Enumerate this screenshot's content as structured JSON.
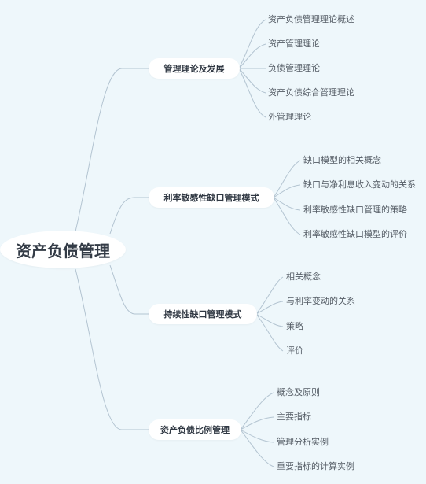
{
  "root": {
    "label": "资产负债管理"
  },
  "branches": [
    {
      "label": "管理理论及发展",
      "items": [
        "资产负债管理理论概述",
        "资产管理理论",
        "负债管理理论",
        "资产负债综合管理理论",
        "外管理理论"
      ]
    },
    {
      "label": "利率敏感性缺口管理模式",
      "items": [
        "缺口模型的相关概念",
        "缺口与净利息收入变动的关系",
        "利率敏感性缺口管理的策略",
        "利率敏感性缺口模型的评价"
      ]
    },
    {
      "label": "持续性缺口管理模式",
      "items": [
        "相关概念",
        "与利率变动的关系",
        "策略",
        "评价"
      ]
    },
    {
      "label": "资产负债比例管理",
      "items": [
        "概念及原则",
        "主要指标",
        "管理分析实例",
        "重要指标的计算实例"
      ]
    }
  ],
  "colors": {
    "background": "#eef7fb",
    "node_fill": "#ffffff",
    "connector": "#b3c4d1",
    "text_dark": "#333b46",
    "text_leaf": "#555d66"
  }
}
